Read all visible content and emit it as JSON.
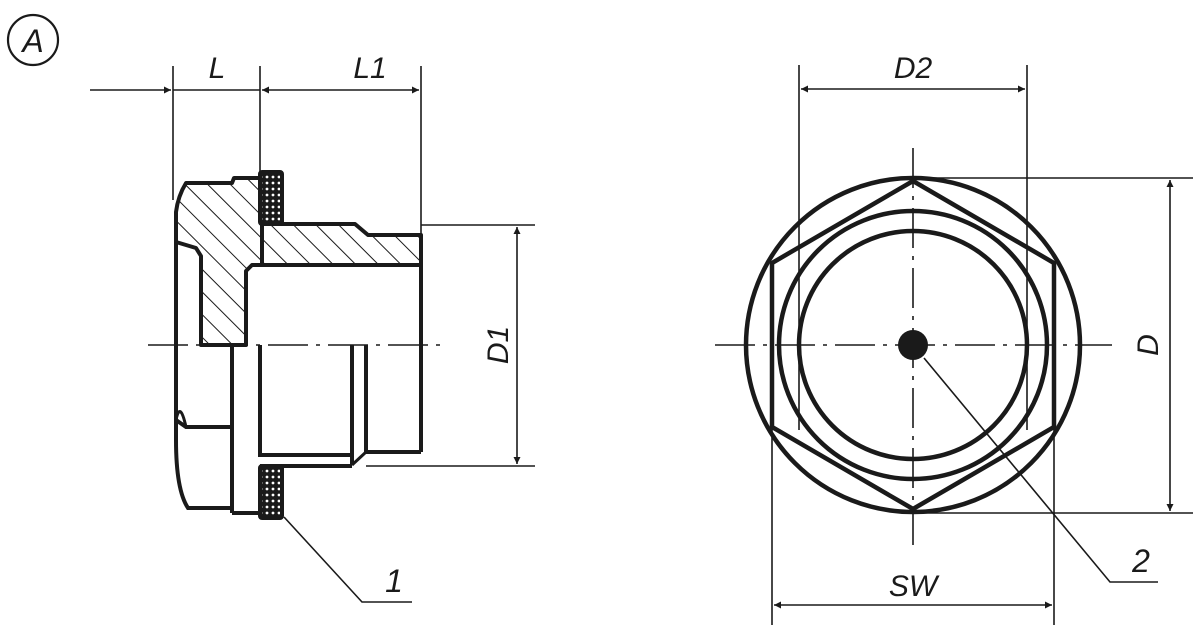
{
  "drawing": {
    "view_marker": "A",
    "colors": {
      "line": "#1a1a1a",
      "background": "#ffffff"
    },
    "side_view": {
      "dimensions": {
        "length": "L",
        "thread_length": "L1",
        "thread_diameter": "D1"
      },
      "callouts": [
        {
          "number": "1",
          "target": "sealing ring"
        }
      ]
    },
    "front_view": {
      "dimensions": {
        "collar_diameter": "D2",
        "outer_diameter": "D",
        "wrench_size": "SW"
      },
      "callouts": [
        {
          "number": "2",
          "target": "center marking dot"
        }
      ]
    }
  }
}
